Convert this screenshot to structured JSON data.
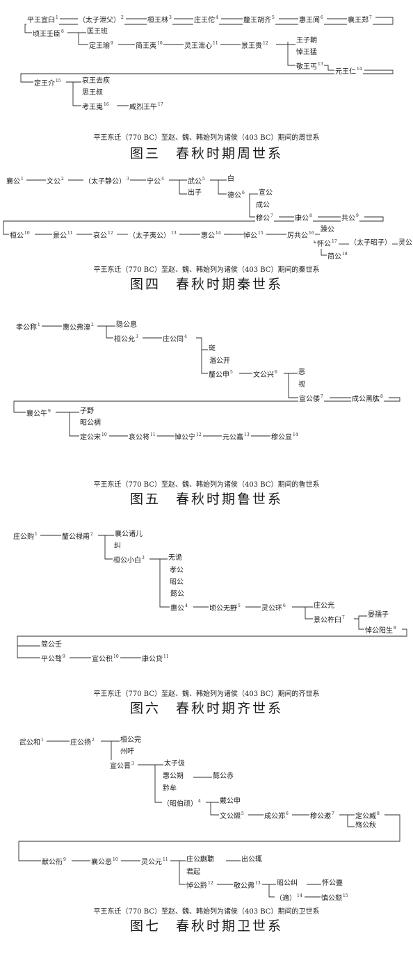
{
  "figures": [
    {
      "caption": "平王东迁（770 BC）至赵、魏、韩始列为诸侯（403 BC）期间的周世系",
      "title": "图三　春秋时期周世系",
      "nodes": [
        {
          "id": "z1",
          "name": "平王宜臼",
          "n": "1"
        },
        {
          "id": "z2",
          "name": "（太子泄父）",
          "n": "2"
        },
        {
          "id": "z3",
          "name": "桓王林",
          "n": "3"
        },
        {
          "id": "z4",
          "name": "庄王佗",
          "n": "4"
        },
        {
          "id": "z5",
          "name": "釐王胡齐",
          "n": "5"
        },
        {
          "id": "z6",
          "name": "惠王阆",
          "n": "6"
        },
        {
          "id": "z7",
          "name": "襄王郑",
          "n": "7"
        },
        {
          "id": "z8",
          "name": "顷王壬臣",
          "n": "8"
        },
        {
          "id": "z8b",
          "name": "匡王班",
          "n": ""
        },
        {
          "id": "z9",
          "name": "定王瑜",
          "n": "9"
        },
        {
          "id": "z10",
          "name": "简王夷",
          "n": "10"
        },
        {
          "id": "z11",
          "name": "灵王泄心",
          "n": "11"
        },
        {
          "id": "z12",
          "name": "景王贵",
          "n": "12"
        },
        {
          "id": "z12a",
          "name": "王子朝",
          "n": ""
        },
        {
          "id": "z12b",
          "name": "悼王猛",
          "n": ""
        },
        {
          "id": "z13",
          "name": "敬王丐",
          "n": "13"
        },
        {
          "id": "z14",
          "name": "元王仁",
          "n": "14"
        },
        {
          "id": "z15",
          "name": "定王介",
          "n": "15"
        },
        {
          "id": "z15a",
          "name": "哀王去疾",
          "n": ""
        },
        {
          "id": "z15b",
          "name": "思王叔",
          "n": ""
        },
        {
          "id": "z16",
          "name": "考王嵬",
          "n": "16"
        },
        {
          "id": "z17",
          "name": "威烈王午",
          "n": "17"
        }
      ]
    },
    {
      "caption": "平王东迁（770 BC）至赵、魏、韩始列为诸侯（403 BC）期间的秦世系",
      "title": "图四　春秋时期秦世系",
      "nodes": [
        {
          "id": "q1",
          "name": "襄公",
          "n": "1"
        },
        {
          "id": "q2",
          "name": "文公",
          "n": "2"
        },
        {
          "id": "q3",
          "name": "（太子静公）",
          "n": "3"
        },
        {
          "id": "q4",
          "name": "宁公",
          "n": "4"
        },
        {
          "id": "q5",
          "name": "武公",
          "n": "5"
        },
        {
          "id": "q5a",
          "name": "白",
          "n": ""
        },
        {
          "id": "qcz",
          "name": "出子",
          "n": ""
        },
        {
          "id": "q6",
          "name": "德公",
          "n": "6"
        },
        {
          "id": "q6a",
          "name": "宣公",
          "n": ""
        },
        {
          "id": "q6b",
          "name": "成公",
          "n": ""
        },
        {
          "id": "q7",
          "name": "穆公",
          "n": "7"
        },
        {
          "id": "q8",
          "name": "康公",
          "n": "8"
        },
        {
          "id": "q9",
          "name": "共公",
          "n": "9"
        },
        {
          "id": "q10",
          "name": "桓公",
          "n": "10"
        },
        {
          "id": "q11",
          "name": "景公",
          "n": "11"
        },
        {
          "id": "q12",
          "name": "哀公",
          "n": "12"
        },
        {
          "id": "q13",
          "name": "（太子夷公）",
          "n": "13"
        },
        {
          "id": "q14",
          "name": "惠公",
          "n": "14"
        },
        {
          "id": "q15",
          "name": "悼公",
          "n": "15"
        },
        {
          "id": "q16",
          "name": "厉共公",
          "n": "16"
        },
        {
          "id": "q16a",
          "name": "躁公",
          "n": ""
        },
        {
          "id": "q17",
          "name": "怀公",
          "n": "17"
        },
        {
          "id": "q17a",
          "name": "（太子昭子）",
          "n": ""
        },
        {
          "id": "q17b",
          "name": "灵公",
          "n": ""
        },
        {
          "id": "q18",
          "name": "简公",
          "n": "18"
        }
      ]
    },
    {
      "caption": "平王东迁（770 BC）至赵、魏、韩始列为诸侯（403 BC）期间的鲁世系",
      "title": "图五　春秋时期鲁世系",
      "nodes": [
        {
          "id": "l1",
          "name": "孝公称",
          "n": "1"
        },
        {
          "id": "l2",
          "name": "惠公弗湟",
          "n": "2"
        },
        {
          "id": "l2a",
          "name": "隐公息",
          "n": ""
        },
        {
          "id": "l3",
          "name": "桓公允",
          "n": "3"
        },
        {
          "id": "l4",
          "name": "庄公同",
          "n": "4"
        },
        {
          "id": "l4a",
          "name": "斑",
          "n": ""
        },
        {
          "id": "l4b",
          "name": "湣公开",
          "n": ""
        },
        {
          "id": "l5",
          "name": "釐公申",
          "n": "5"
        },
        {
          "id": "l6",
          "name": "文公兴",
          "n": "6"
        },
        {
          "id": "l6a",
          "name": "恶",
          "n": ""
        },
        {
          "id": "l6b",
          "name": "视",
          "n": ""
        },
        {
          "id": "l7",
          "name": "宣公倭",
          "n": "7"
        },
        {
          "id": "l8",
          "name": "成公黑肱",
          "n": "8"
        },
        {
          "id": "l9",
          "name": "襄公午",
          "n": "9"
        },
        {
          "id": "l9a",
          "name": "子野",
          "n": ""
        },
        {
          "id": "l9b",
          "name": "昭公裯",
          "n": ""
        },
        {
          "id": "l10",
          "name": "定公宋",
          "n": "10"
        },
        {
          "id": "l11",
          "name": "哀公将",
          "n": "11"
        },
        {
          "id": "l12",
          "name": "悼公宁",
          "n": "12"
        },
        {
          "id": "l13",
          "name": "元公嘉",
          "n": "13"
        },
        {
          "id": "l14",
          "name": "穆公显",
          "n": "14"
        }
      ]
    },
    {
      "caption": "平王东迁（770 BC）至赵、魏、韩始列为诸侯（403 BC）期间的齐世系",
      "title": "图六　春秋时期齐世系",
      "nodes": [
        {
          "id": "c1",
          "name": "庄公购",
          "n": "1"
        },
        {
          "id": "c2",
          "name": "釐公禄甫",
          "n": "2"
        },
        {
          "id": "c2a",
          "name": "襄公诸儿",
          "n": ""
        },
        {
          "id": "c2b",
          "name": "纠",
          "n": ""
        },
        {
          "id": "c3",
          "name": "桓公小白",
          "n": "3"
        },
        {
          "id": "c3a",
          "name": "无诡",
          "n": ""
        },
        {
          "id": "c3b",
          "name": "孝公",
          "n": ""
        },
        {
          "id": "c3c",
          "name": "昭公",
          "n": ""
        },
        {
          "id": "c3d",
          "name": "懿公",
          "n": ""
        },
        {
          "id": "c4",
          "name": "惠公",
          "n": "4"
        },
        {
          "id": "c5",
          "name": "顷公无野",
          "n": "5"
        },
        {
          "id": "c6",
          "name": "灵公环",
          "n": "6"
        },
        {
          "id": "c6a",
          "name": "庄公光",
          "n": ""
        },
        {
          "id": "c7",
          "name": "景公杵臼",
          "n": "7"
        },
        {
          "id": "c7a",
          "name": "晏孺子",
          "n": ""
        },
        {
          "id": "c8",
          "name": "悼公阳生",
          "n": "8"
        },
        {
          "id": "c8a",
          "name": "简公壬",
          "n": ""
        },
        {
          "id": "c9",
          "name": "平公骜",
          "n": "9"
        },
        {
          "id": "c10",
          "name": "宣公积",
          "n": "10"
        },
        {
          "id": "c11",
          "name": "康公贷",
          "n": "11"
        }
      ]
    },
    {
      "caption": "平王东迁（770 BC）至赵、魏、韩始列为诸侯（403 BC）期间的卫世系",
      "title": "图七　春秋时期卫世系",
      "nodes": [
        {
          "id": "w1",
          "name": "武公和",
          "n": "1"
        },
        {
          "id": "w2",
          "name": "庄公扬",
          "n": "2"
        },
        {
          "id": "w2a",
          "name": "桓公完",
          "n": ""
        },
        {
          "id": "w2b",
          "name": "州吁",
          "n": ""
        },
        {
          "id": "w3",
          "name": "宣公晋",
          "n": "3"
        },
        {
          "id": "w3a",
          "name": "太子伋",
          "n": ""
        },
        {
          "id": "w3b",
          "name": "惠公朔",
          "n": ""
        },
        {
          "id": "w3c",
          "name": "懿公赤",
          "n": ""
        },
        {
          "id": "w3d",
          "name": "黔牟",
          "n": ""
        },
        {
          "id": "w4",
          "name": "（昭伯顽）",
          "n": "4"
        },
        {
          "id": "w4a",
          "name": "戴公申",
          "n": ""
        },
        {
          "id": "w5",
          "name": "文公燬",
          "n": "5"
        },
        {
          "id": "w6",
          "name": "成公郑",
          "n": "6"
        },
        {
          "id": "w7",
          "name": "穆公遬",
          "n": "7"
        },
        {
          "id": "w8",
          "name": "定公臧",
          "n": "8"
        },
        {
          "id": "w8a",
          "name": "殇公秋",
          "n": ""
        },
        {
          "id": "w9",
          "name": "献公衎",
          "n": "9"
        },
        {
          "id": "w10",
          "name": "襄公恶",
          "n": "10"
        },
        {
          "id": "w11",
          "name": "灵公元",
          "n": "11"
        },
        {
          "id": "w11a",
          "name": "庄公蒯聩",
          "n": ""
        },
        {
          "id": "w11b",
          "name": "出公辄",
          "n": ""
        },
        {
          "id": "w11c",
          "name": "君起",
          "n": ""
        },
        {
          "id": "w12",
          "name": "悼公黔",
          "n": "12"
        },
        {
          "id": "w13",
          "name": "敬公弗",
          "n": "13"
        },
        {
          "id": "w13a",
          "name": "昭公纠",
          "n": ""
        },
        {
          "id": "w13b",
          "name": "怀公亹",
          "n": ""
        },
        {
          "id": "w14",
          "name": "（適）",
          "n": "14"
        },
        {
          "id": "w15",
          "name": "慎公颓",
          "n": "15"
        }
      ]
    }
  ]
}
